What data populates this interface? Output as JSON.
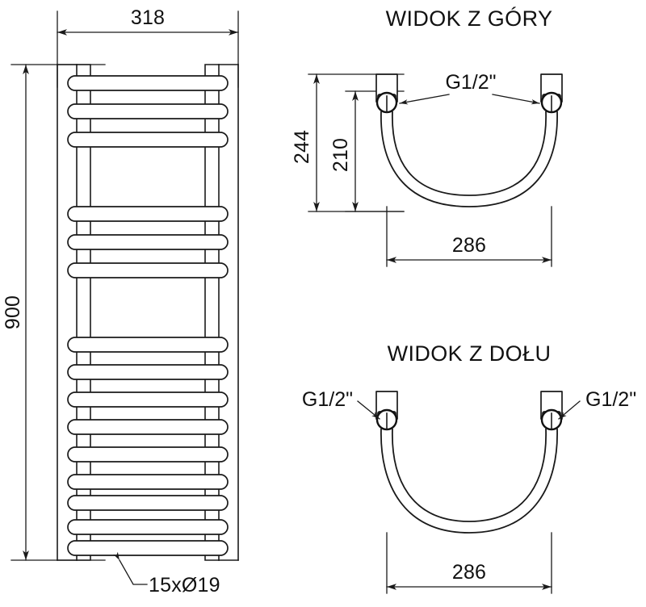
{
  "document": {
    "type": "technical-drawing",
    "subject": "towel-radiator",
    "background_color": "#ffffff",
    "line_color": "#1a1a1a"
  },
  "views": {
    "front": {
      "name": "front-view",
      "dimensions": {
        "width_label": "318",
        "height_label": "900"
      },
      "callout": {
        "label": "15xØ19",
        "count": 15,
        "diameter": 19
      },
      "rung_groups": [
        {
          "count": 3,
          "label": "top-group"
        },
        {
          "count": 3,
          "label": "middle-group"
        },
        {
          "count": 9,
          "label": "bottom-group"
        }
      ],
      "total_rungs": 15
    },
    "top": {
      "name": "top-view",
      "title": "WIDOK Z GÓRY",
      "dimensions": {
        "outer_height_label": "244",
        "inner_height_label": "210",
        "width_label": "286"
      },
      "connectors": [
        {
          "label": "G1/2\"",
          "position": "left"
        },
        {
          "label": "G1/2\"",
          "position": "right"
        }
      ],
      "connector_label": "G1/2\""
    },
    "bottom": {
      "name": "bottom-view",
      "title": "WIDOK Z DOŁU",
      "dimensions": {
        "width_label": "286"
      },
      "connectors": [
        {
          "label": "G1/2\"",
          "position": "left"
        },
        {
          "label": "G1/2\"",
          "position": "right"
        }
      ],
      "connector_label_left": "G1/2\"",
      "connector_label_right": "G1/2\""
    }
  }
}
